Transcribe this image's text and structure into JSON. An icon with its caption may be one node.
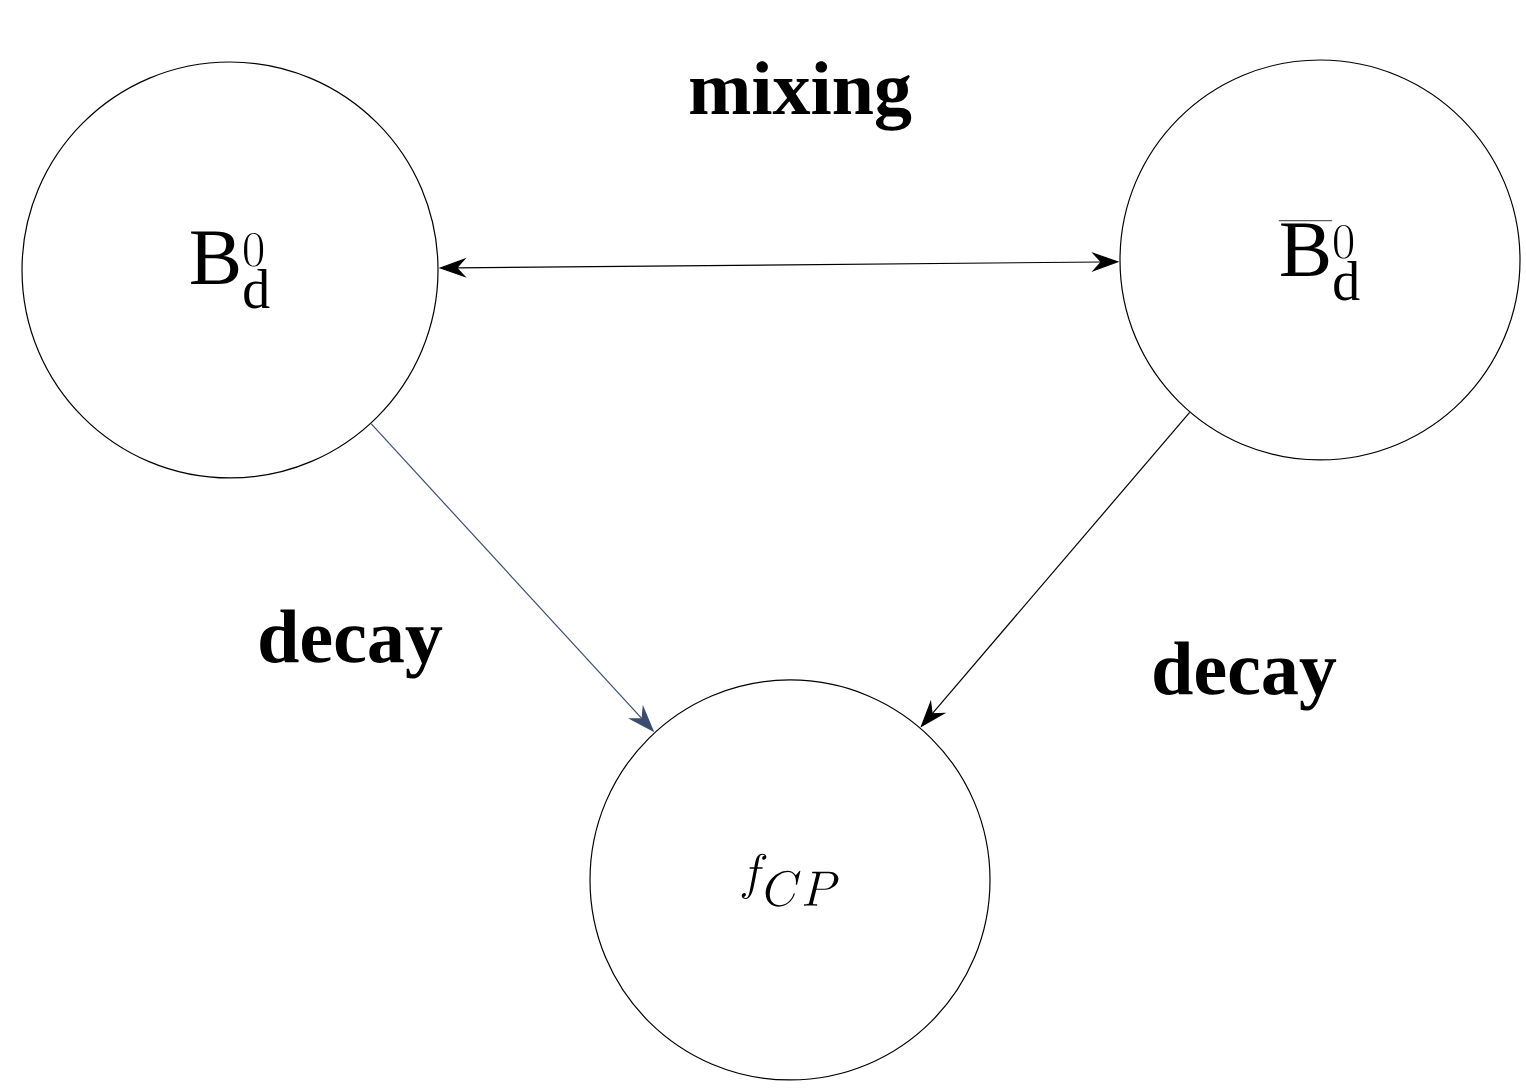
{
  "diagram": {
    "nodes": [
      {
        "text": [
          "\\mathrm{B}_\\mathrm{d}^0"
        ]
      },
      {
        "text": [
          "\\overline{\\mathrm{B}}{}_\\mathrm{d}^0"
        ]
      },
      {
        "text": [
          "f_{CP}"
        ]
      }
    ],
    "edges": [
      {
        "from": 0,
        "to": 1,
        "arrow": "both",
        "label": "mixing"
      },
      {
        "from": 0,
        "to": 2,
        "arrow": "to",
        "label": "decay",
        "color": "#3b4d6e"
      },
      {
        "from": 1,
        "to": 2,
        "arrow": "to",
        "label": "decay"
      }
    ]
  }
}
